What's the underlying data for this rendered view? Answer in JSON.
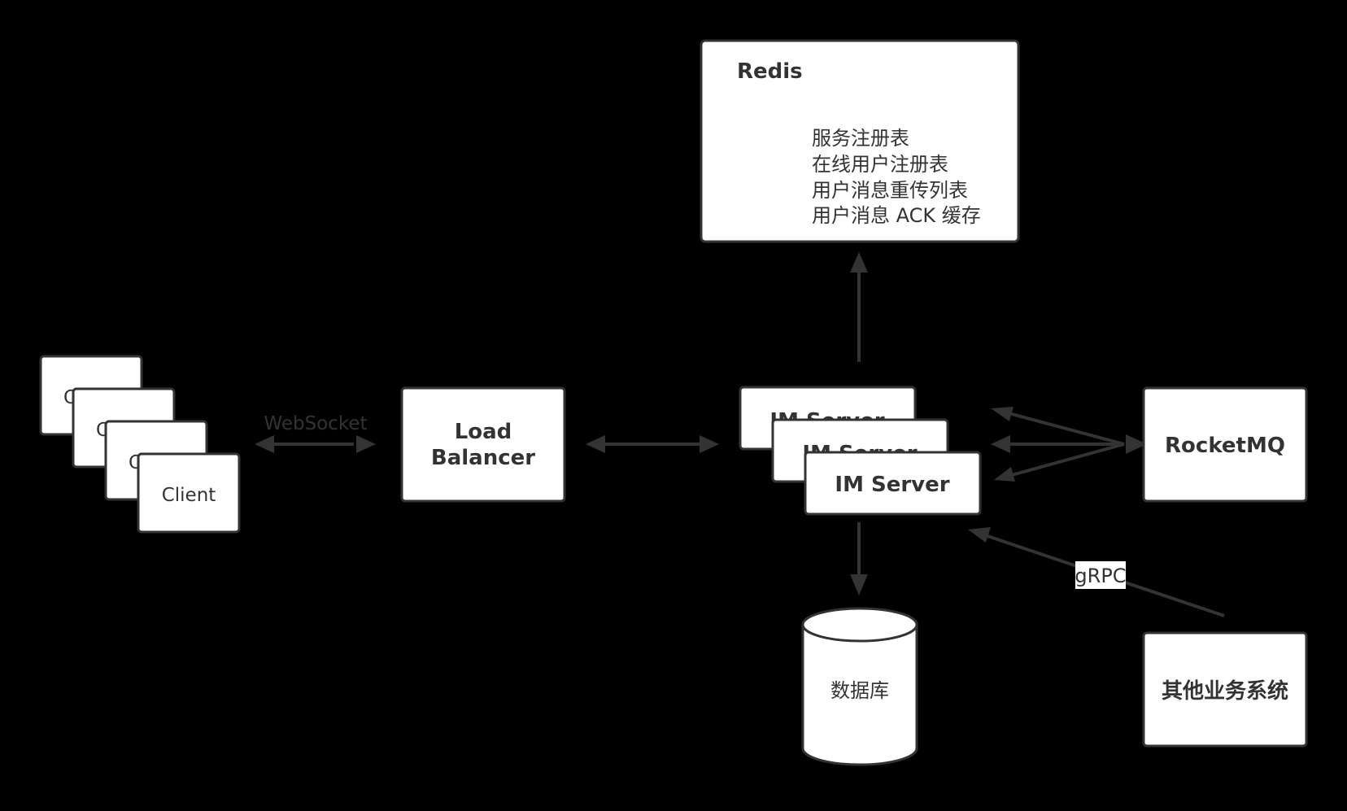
{
  "nodes": {
    "clients": {
      "labels": [
        "C",
        "C",
        "C",
        "Client"
      ]
    },
    "load_balancer": {
      "label_lines": [
        "Load",
        "Balancer"
      ]
    },
    "redis": {
      "title": "Redis",
      "items": [
        "服务注册表",
        "在线用户注册表",
        "用户消息重传列表",
        "用户消息 ACK 缓存"
      ]
    },
    "im_servers": {
      "labels": [
        "IM Server",
        "IM Server",
        "IM Server"
      ]
    },
    "rocketmq": {
      "label": "RocketMQ"
    },
    "database": {
      "label": "数据库"
    },
    "other_systems": {
      "label": "其他业务系统"
    }
  },
  "edges": {
    "websocket": {
      "label": "WebSocket"
    },
    "grpc": {
      "label": "gRPC"
    }
  },
  "colors": {
    "background": "#000000",
    "node_fill": "#ffffff",
    "line": "#333333"
  }
}
